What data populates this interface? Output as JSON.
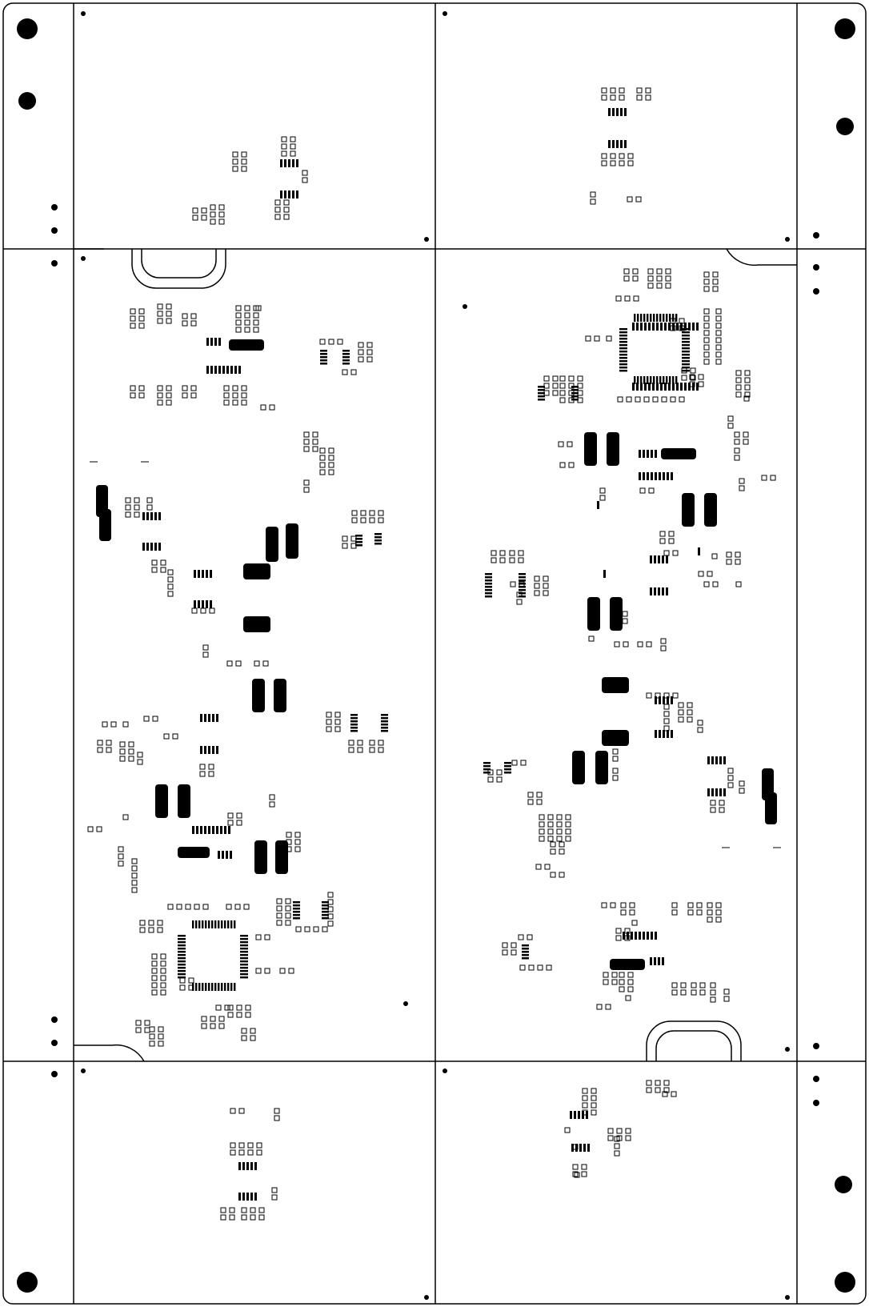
{
  "diagram": {
    "kind": "pcb-panel-solder-paste-layer",
    "colors": {
      "ink": "#000000",
      "background": "#ffffff"
    },
    "panel": {
      "columns": 2,
      "rows": 3,
      "rails": [
        "left",
        "right"
      ]
    }
  }
}
